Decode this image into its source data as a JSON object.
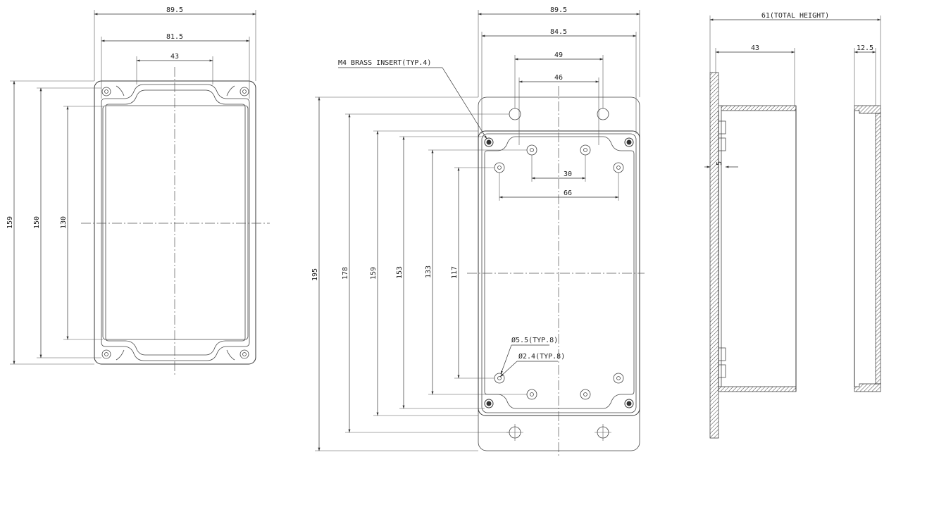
{
  "views": {
    "left": {
      "width_outer": "89.5",
      "width_mid": "81.5",
      "width_inner": "43",
      "height_outer": "159",
      "height_mid": "150",
      "height_inner": "130"
    },
    "middle": {
      "callout_insert": "M4 BRASS INSERT(TYP.4)",
      "width_outer": "89.5",
      "width_84": "84.5",
      "width_49": "49",
      "width_46": "46",
      "width_30": "30",
      "width_66": "66",
      "height_195": "195",
      "height_178": "178",
      "height_159": "159",
      "height_153": "153",
      "height_133": "133",
      "height_117": "117",
      "callout_hole_large": "Ø5.5(TYP.8)",
      "callout_hole_small": "Ø2.4(TYP.8)"
    },
    "side": {
      "total_height": "61(TOTAL HEIGHT)",
      "depth_base": "43",
      "depth_lid": "12.5",
      "flange": "5"
    }
  },
  "colors": {
    "line": "#333333",
    "background": "#ffffff"
  }
}
